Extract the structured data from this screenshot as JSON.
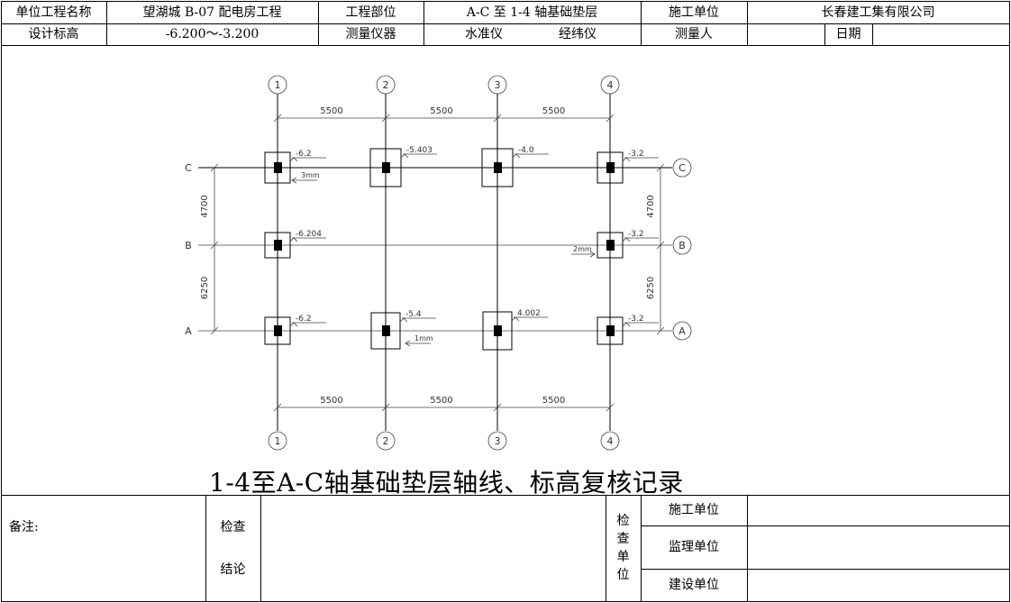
{
  "header": {
    "row1": {
      "project_label": "单位工程名称",
      "project_value": "望湖城 B-07 配电房工程",
      "part_label": "工程部位",
      "part_value": "A-C 至 1-4 轴基础垫层",
      "contractor_label": "施工单位",
      "contractor_value": "长春建工集有限公司"
    },
    "row2": {
      "elev_label": "设计标高",
      "elev_value": "-6.200～-3.200",
      "instrument_label": "测量仪器",
      "instrument_1": "水准仪",
      "instrument_2": "经纬仪",
      "surveyor_label": "测量人",
      "surveyor_value": "",
      "date_label": "日期",
      "date_value": ""
    }
  },
  "drawing": {
    "title": "1-4至A-C轴基础垫层轴线、标高复核记录",
    "columns": [
      "1",
      "2",
      "3",
      "4"
    ],
    "rows": [
      "C",
      "B",
      "A"
    ],
    "spans_x": [
      "5500",
      "5500",
      "5500"
    ],
    "spans_y": [
      "4700",
      "6250"
    ],
    "footing_elevations": {
      "C1": "-6.2",
      "C2": "-5.403",
      "C3": "-4.0",
      "C4": "-3.2",
      "B1": "-6.204",
      "B4": "-3.2",
      "A1": "-6.2",
      "A2": "-5.4",
      "A3": "4.002",
      "A4": "-3.2"
    },
    "offsets": {
      "C1": "3mm",
      "B4": "2mm",
      "A2": "1mm"
    }
  },
  "footer": {
    "remarks_label": "备注:",
    "check_label": "检查",
    "conclusion_label": "结论",
    "inspect_units_label": [
      "检",
      "查",
      "单",
      "位"
    ],
    "units": [
      "施工单位",
      "监理单位",
      "建设单位"
    ]
  }
}
